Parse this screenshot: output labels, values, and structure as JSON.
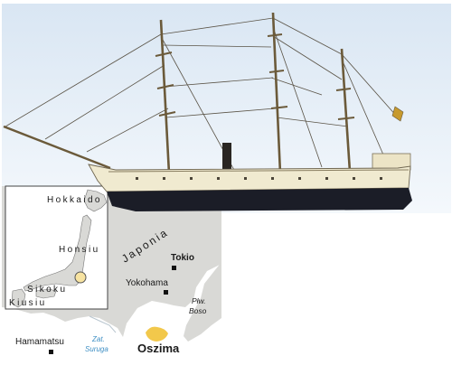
{
  "colors": {
    "sky_top": "#d9e6f3",
    "sky_bottom": "#f4f8fc",
    "land": "#d9d9d6",
    "water": "#ffffff",
    "island_accent": "#f2c84b",
    "ship_hull": "#1b1d27",
    "ship_deck": "#f0ead0",
    "rigging": "#5a5346",
    "water_label": "#3f8fc4"
  },
  "icons": {
    "ship": "sailing-steamship",
    "city": "city-marker-square",
    "location": "location-circle"
  },
  "inset": {
    "labels": {
      "hokkaido": "Hokkaido",
      "honsiu": "Honsiu",
      "sikoku": "Sikoku",
      "kiusiu": "Kiusiu"
    }
  },
  "map": {
    "country": "Japonia",
    "cities": {
      "tokio": "Tokio",
      "yokohama": "Yokohama",
      "hamamatsu": "Hamamatsu"
    },
    "peninsula": {
      "line1": "Płw.",
      "line2": "Boso"
    },
    "bay": {
      "line1": "Zat.",
      "line2": "Suruga"
    },
    "island": "Oszima"
  }
}
